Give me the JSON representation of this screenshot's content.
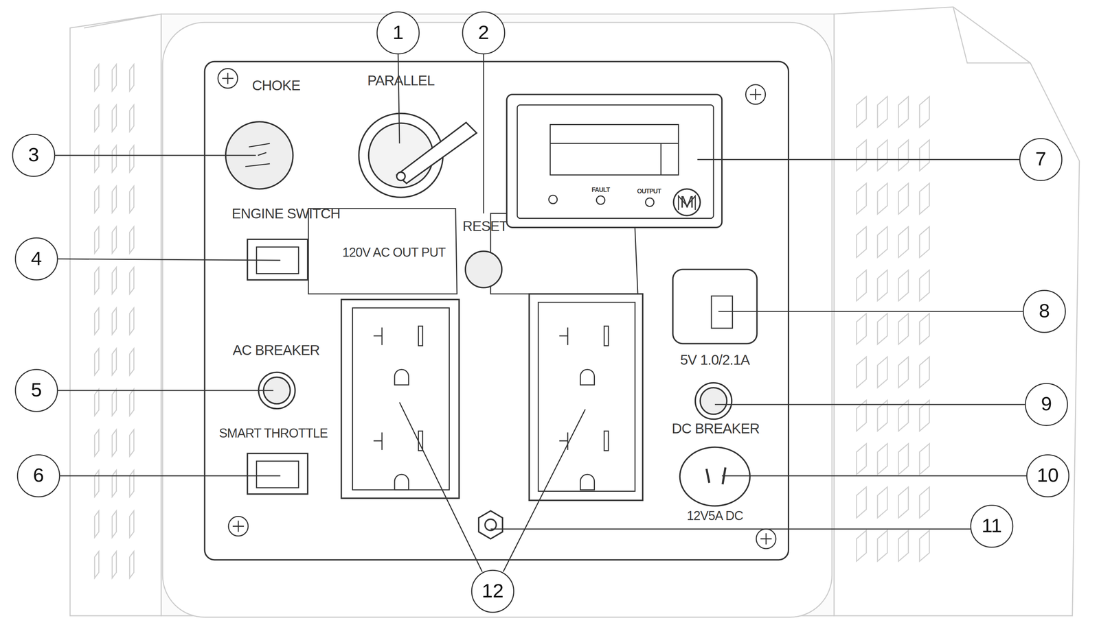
{
  "diagram": {
    "labels": [
      "CHOKE",
      "PARALLEL",
      "ENGINE SWITCH",
      "120V AC OUT PUT",
      "RESET",
      "FAULT",
      "OUTPUT",
      "M",
      "AC BREAKER",
      "5V 1.0/2.1A",
      "DC BREAKER",
      "SMART THROTTLE",
      "12V5A DC",
      "1",
      "2",
      "3",
      "4",
      "5",
      "6",
      "7",
      "8",
      "9",
      "10",
      "11",
      "12"
    ]
  }
}
